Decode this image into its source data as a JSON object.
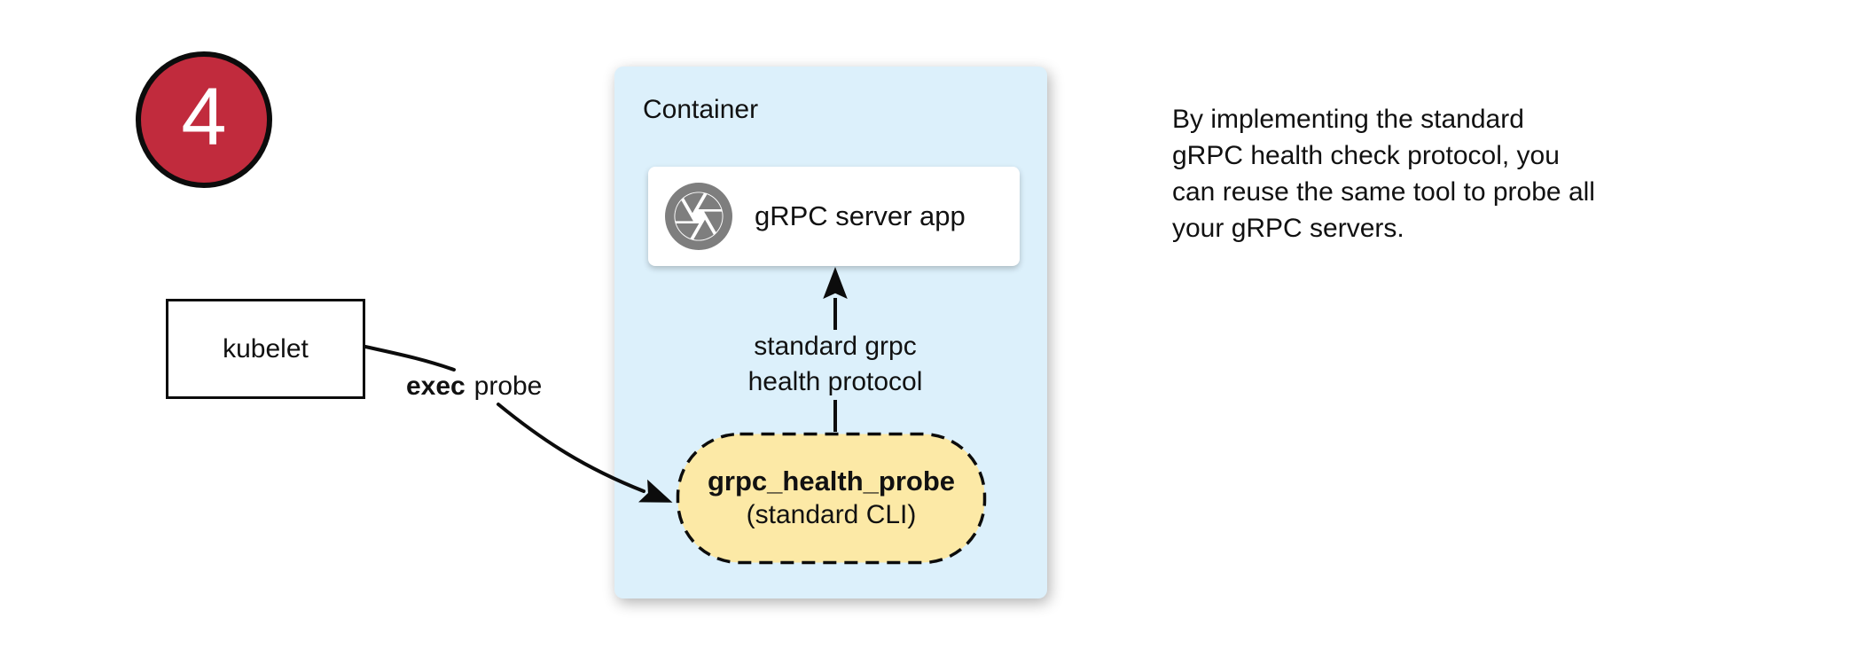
{
  "colors": {
    "badge_red": "#c12b3d",
    "container_blue": "#dcf0fb",
    "probe_yellow": "#fce9a6",
    "icon_gray": "#7e7e7e",
    "line_black": "#0c0c0c"
  },
  "badge": {
    "number": "4"
  },
  "kubelet_box": {
    "label": "kubelet"
  },
  "exec_edge": {
    "bold": "exec",
    "rest": "probe"
  },
  "container": {
    "label": "Container",
    "server_box": {
      "icon": "aperture-icon",
      "label": "gRPC server app"
    },
    "protocol_edge": {
      "line1": "standard grpc",
      "line2": "health protocol"
    },
    "probe_box": {
      "title": "grpc_health_probe",
      "subtitle": "(standard CLI)"
    }
  },
  "note": {
    "lines": [
      "By implementing the standard",
      "gRPC health check protocol, you",
      "can reuse the same tool to probe all",
      "your gRPC servers."
    ]
  }
}
